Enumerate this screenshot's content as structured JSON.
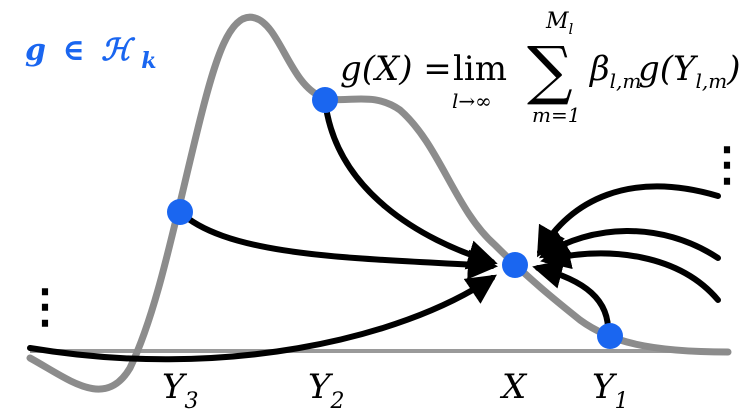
{
  "colors": {
    "curve": "#8c8c8c",
    "axis": "#9a9a9a",
    "point": "#1a66f0",
    "arrow": "#000000",
    "label_blue": "#1a66f0"
  },
  "space_label": {
    "g": "g",
    "in": "∈",
    "H": "ℋ",
    "k": "k"
  },
  "formula": {
    "lhs": "g(X) =",
    "lim": "lim",
    "lim_sub": "l→∞",
    "sum": "∑",
    "sum_top": "M",
    "sum_top_sub": "l",
    "sum_bottom": "m=1",
    "beta": "β",
    "beta_sub": "l,m",
    "g_arg": "g(Y",
    "g_arg_sub": "l,m",
    "g_close": ")"
  },
  "axis_labels": {
    "y3": "Y",
    "y3_sub": "3",
    "y2": "Y",
    "y2_sub": "2",
    "x": "X",
    "y1": "Y",
    "y1_sub": "1"
  },
  "ellipsis": {
    "left": "⋮",
    "right": "⋮"
  }
}
